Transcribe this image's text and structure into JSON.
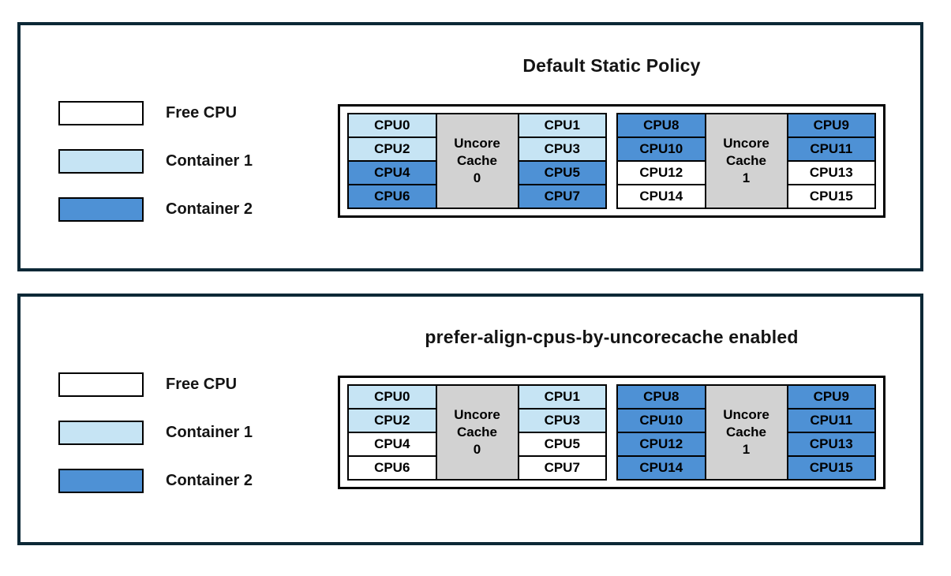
{
  "colors": {
    "free": "#ffffff",
    "container1": "#c6e4f4",
    "container2": "#4e91d5",
    "cache": "#d2d2d2",
    "panel_border": "#0c2836"
  },
  "legend": {
    "items": [
      {
        "label": "Free CPU",
        "state": "free"
      },
      {
        "label": "Container 1",
        "state": "container1"
      },
      {
        "label": "Container 2",
        "state": "container2"
      }
    ]
  },
  "panels": [
    {
      "title": "Default Static Policy",
      "groups": [
        {
          "cache": {
            "line1": "Uncore",
            "line2": "Cache",
            "line3": "0"
          },
          "left_cpus": [
            {
              "label": "CPU0",
              "state": "container1"
            },
            {
              "label": "CPU2",
              "state": "container1"
            },
            {
              "label": "CPU4",
              "state": "container2"
            },
            {
              "label": "CPU6",
              "state": "container2"
            }
          ],
          "right_cpus": [
            {
              "label": "CPU1",
              "state": "container1"
            },
            {
              "label": "CPU3",
              "state": "container1"
            },
            {
              "label": "CPU5",
              "state": "container2"
            },
            {
              "label": "CPU7",
              "state": "container2"
            }
          ]
        },
        {
          "cache": {
            "line1": "Uncore",
            "line2": "Cache",
            "line3": "1"
          },
          "left_cpus": [
            {
              "label": "CPU8",
              "state": "container2"
            },
            {
              "label": "CPU10",
              "state": "container2"
            },
            {
              "label": "CPU12",
              "state": "free"
            },
            {
              "label": "CPU14",
              "state": "free"
            }
          ],
          "right_cpus": [
            {
              "label": "CPU9",
              "state": "container2"
            },
            {
              "label": "CPU11",
              "state": "container2"
            },
            {
              "label": "CPU13",
              "state": "free"
            },
            {
              "label": "CPU15",
              "state": "free"
            }
          ]
        }
      ]
    },
    {
      "title": "prefer-align-cpus-by-uncorecache enabled",
      "groups": [
        {
          "cache": {
            "line1": "Uncore",
            "line2": "Cache",
            "line3": "0"
          },
          "left_cpus": [
            {
              "label": "CPU0",
              "state": "container1"
            },
            {
              "label": "CPU2",
              "state": "container1"
            },
            {
              "label": "CPU4",
              "state": "free"
            },
            {
              "label": "CPU6",
              "state": "free"
            }
          ],
          "right_cpus": [
            {
              "label": "CPU1",
              "state": "container1"
            },
            {
              "label": "CPU3",
              "state": "container1"
            },
            {
              "label": "CPU5",
              "state": "free"
            },
            {
              "label": "CPU7",
              "state": "free"
            }
          ]
        },
        {
          "cache": {
            "line1": "Uncore",
            "line2": "Cache",
            "line3": "1"
          },
          "left_cpus": [
            {
              "label": "CPU8",
              "state": "container2"
            },
            {
              "label": "CPU10",
              "state": "container2"
            },
            {
              "label": "CPU12",
              "state": "container2"
            },
            {
              "label": "CPU14",
              "state": "container2"
            }
          ],
          "right_cpus": [
            {
              "label": "CPU9",
              "state": "container2"
            },
            {
              "label": "CPU11",
              "state": "container2"
            },
            {
              "label": "CPU13",
              "state": "container2"
            },
            {
              "label": "CPU15",
              "state": "container2"
            }
          ]
        }
      ]
    }
  ]
}
